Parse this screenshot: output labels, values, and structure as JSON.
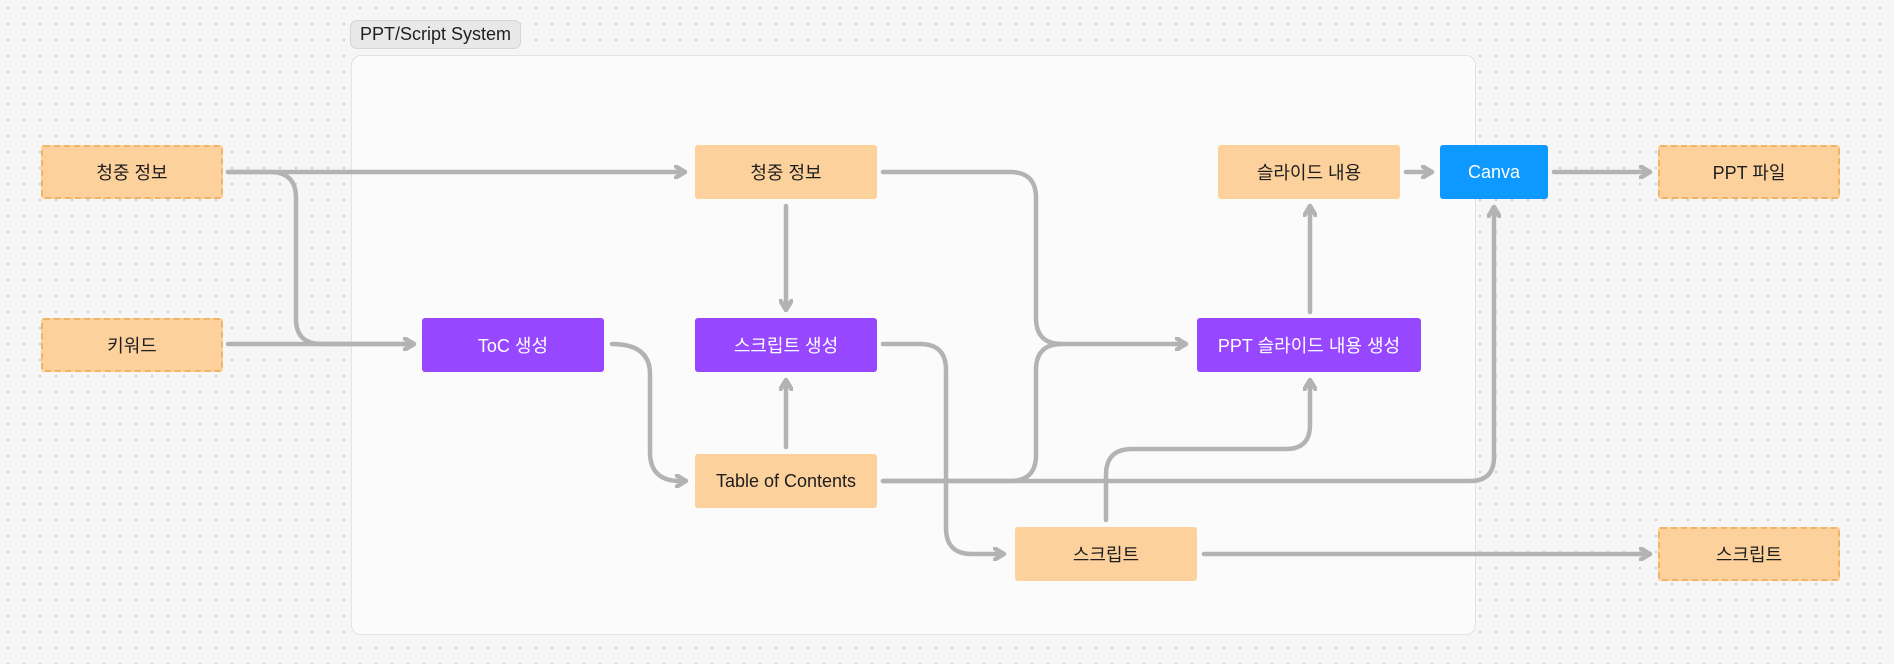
{
  "group": {
    "label": "PPT/Script System"
  },
  "nodes": {
    "input_audience": "청중 정보",
    "input_keyword": "키워드",
    "audience": "청중 정보",
    "toc_gen": "ToC 생성",
    "script_gen": "스크립트 생성",
    "toc": "Table of Contents",
    "script": "스크립트",
    "slide_content": "슬라이드 내용",
    "canva": "Canva",
    "ppt_slide_gen": "PPT 슬라이드 내용 생성",
    "output_ppt": "PPT 파일",
    "output_script": "스크립트"
  },
  "colors": {
    "data_node": "#fcd19c",
    "process_node": "#9747ff",
    "tool_node": "#0d99ff",
    "edge": "#b3b3b3",
    "group_bg": "#fbfbfb"
  }
}
